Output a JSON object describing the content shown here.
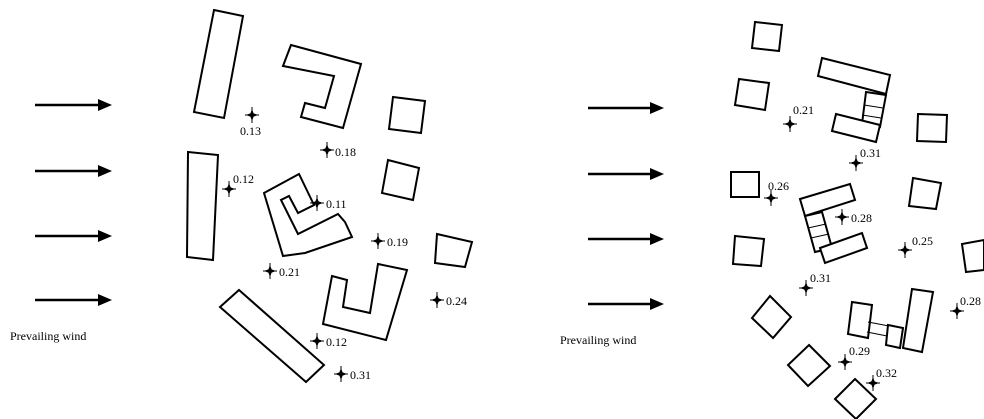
{
  "panels": [
    {
      "id": "left",
      "wind_label": "Prevailing wind",
      "points": [
        {
          "label": "0.13"
        },
        {
          "label": "0.18"
        },
        {
          "label": "0.12"
        },
        {
          "label": "0.11"
        },
        {
          "label": "0.19"
        },
        {
          "label": "0.21"
        },
        {
          "label": "0.24"
        },
        {
          "label": "0.12"
        },
        {
          "label": "0.31"
        }
      ]
    },
    {
      "id": "right",
      "wind_label": "Prevailing wind",
      "points": [
        {
          "label": "0.21"
        },
        {
          "label": "0.31"
        },
        {
          "label": "0.26"
        },
        {
          "label": "0.28"
        },
        {
          "label": "0.25"
        },
        {
          "label": "0.31"
        },
        {
          "label": "0.28"
        },
        {
          "label": "0.29"
        },
        {
          "label": "0.32"
        }
      ]
    }
  ]
}
